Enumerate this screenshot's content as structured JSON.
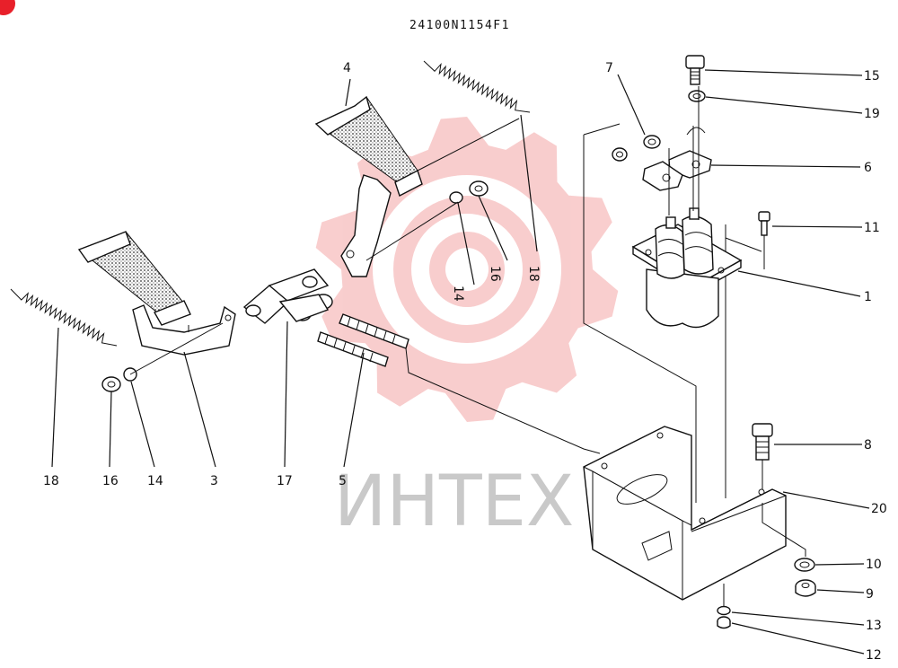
{
  "drawing": {
    "code": "24100N1154F1",
    "watermark_text": "ИНТЕХ",
    "accent_color": "#e8202a",
    "watermark_color": "#f4a6a6"
  },
  "callouts": [
    {
      "id": "c1",
      "text": "1"
    },
    {
      "id": "c3",
      "text": "3"
    },
    {
      "id": "c4",
      "text": "4"
    },
    {
      "id": "c5",
      "text": "5"
    },
    {
      "id": "c6",
      "text": "6"
    },
    {
      "id": "c7",
      "text": "7"
    },
    {
      "id": "c8",
      "text": "8"
    },
    {
      "id": "c9",
      "text": "9"
    },
    {
      "id": "c10",
      "text": "10"
    },
    {
      "id": "c11",
      "text": "11"
    },
    {
      "id": "c12",
      "text": "12"
    },
    {
      "id": "c13",
      "text": "13"
    },
    {
      "id": "c14a",
      "text": "14"
    },
    {
      "id": "c14b",
      "text": "14"
    },
    {
      "id": "c15",
      "text": "15"
    },
    {
      "id": "c16a",
      "text": "16"
    },
    {
      "id": "c16b",
      "text": "16"
    },
    {
      "id": "c17",
      "text": "17"
    },
    {
      "id": "c18a",
      "text": "18"
    },
    {
      "id": "c18b",
      "text": "18"
    },
    {
      "id": "c19",
      "text": "19"
    },
    {
      "id": "c20",
      "text": "20"
    }
  ]
}
